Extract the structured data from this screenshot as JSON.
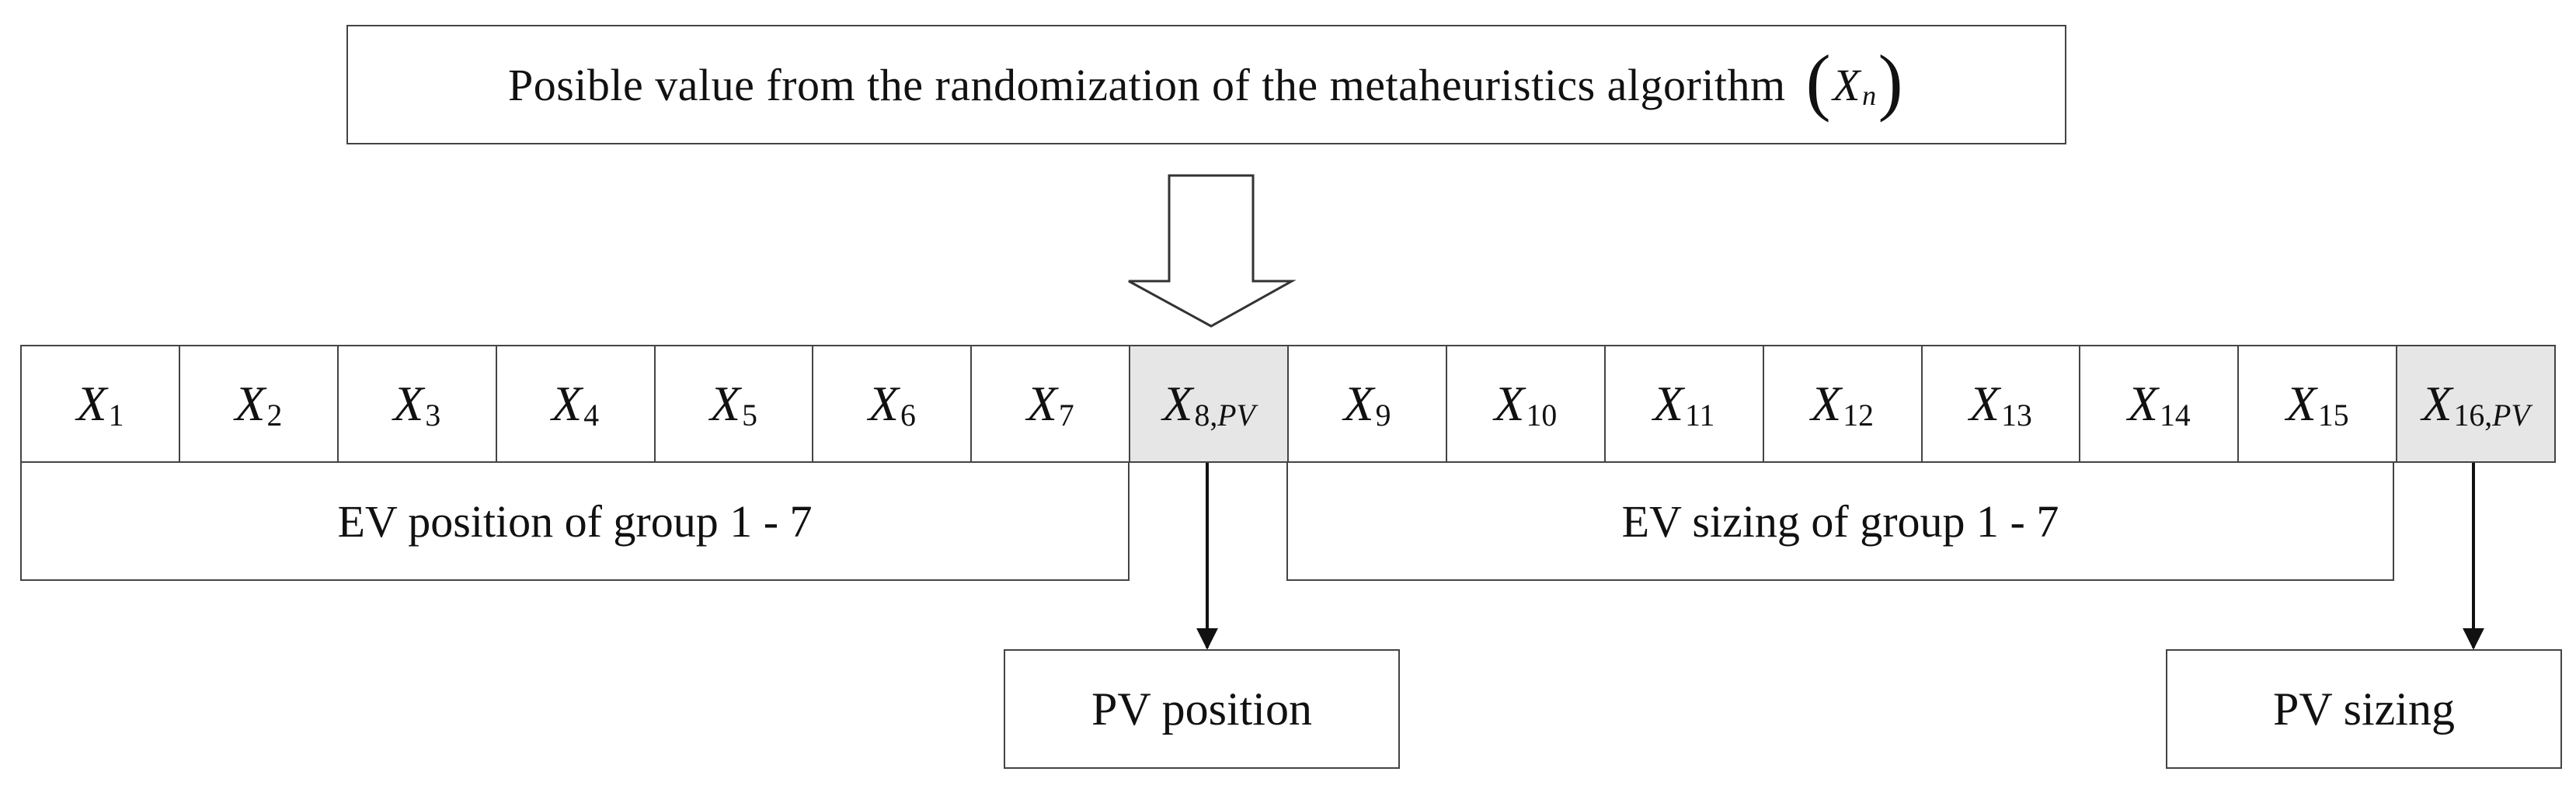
{
  "header": {
    "text": "Posible value from the randomization of the metaheuristics algorithm",
    "paren_open": "(",
    "var": "X",
    "var_sub": "n",
    "paren_close": ")"
  },
  "cells": [
    {
      "var": "X",
      "num": "1",
      "label": "",
      "highlight": false
    },
    {
      "var": "X",
      "num": "2",
      "label": "",
      "highlight": false
    },
    {
      "var": "X",
      "num": "3",
      "label": "",
      "highlight": false
    },
    {
      "var": "X",
      "num": "4",
      "label": "",
      "highlight": false
    },
    {
      "var": "X",
      "num": "5",
      "label": "",
      "highlight": false
    },
    {
      "var": "X",
      "num": "6",
      "label": "",
      "highlight": false
    },
    {
      "var": "X",
      "num": "7",
      "label": "",
      "highlight": false
    },
    {
      "var": "X",
      "num": "8,",
      "label": "PV",
      "highlight": true
    },
    {
      "var": "X",
      "num": "9",
      "label": "",
      "highlight": false
    },
    {
      "var": "X",
      "num": "10",
      "label": "",
      "highlight": false
    },
    {
      "var": "X",
      "num": "11",
      "label": "",
      "highlight": false
    },
    {
      "var": "X",
      "num": "12",
      "label": "",
      "highlight": false
    },
    {
      "var": "X",
      "num": "13",
      "label": "",
      "highlight": false
    },
    {
      "var": "X",
      "num": "14",
      "label": "",
      "highlight": false
    },
    {
      "var": "X",
      "num": "15",
      "label": "",
      "highlight": false
    },
    {
      "var": "X",
      "num": "16,",
      "label": "PV",
      "highlight": true
    }
  ],
  "groups": {
    "ev_position": "EV position of group 1 - 7",
    "ev_sizing": "EV sizing of group 1 - 7"
  },
  "outputs": {
    "pv_position": "PV position",
    "pv_sizing": "PV sizing"
  },
  "colors": {
    "line": "#444444",
    "highlight_fill": "#e6e6e6",
    "arrow": "#111111"
  }
}
